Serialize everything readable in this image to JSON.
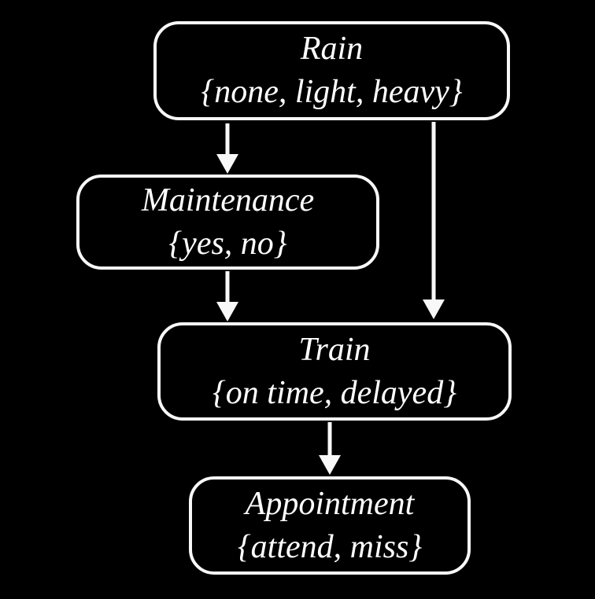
{
  "diagram": {
    "type": "bayesian-network",
    "colors": {
      "background": "#000000",
      "node_border": "#f8f8f8",
      "text": "#ffffff",
      "arrow": "#f8f8f8"
    },
    "nodes": [
      {
        "id": "rain",
        "title": "Rain",
        "domain": "{none, light, heavy}"
      },
      {
        "id": "maintenance",
        "title": "Maintenance",
        "domain": "{yes, no}"
      },
      {
        "id": "train",
        "title": "Train",
        "domain": "{on time, delayed}"
      },
      {
        "id": "appointment",
        "title": "Appointment",
        "domain": "{attend, miss}"
      }
    ],
    "edges": [
      {
        "from": "rain",
        "to": "maintenance"
      },
      {
        "from": "rain",
        "to": "train"
      },
      {
        "from": "maintenance",
        "to": "train"
      },
      {
        "from": "train",
        "to": "appointment"
      }
    ]
  }
}
